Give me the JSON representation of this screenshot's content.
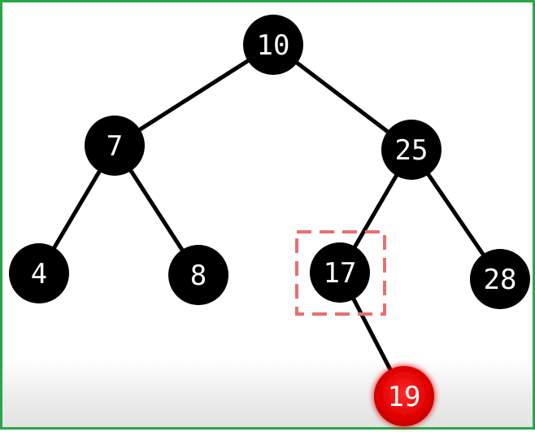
{
  "tree": {
    "nodes": [
      {
        "id": "n10",
        "label": "10"
      },
      {
        "id": "n7",
        "label": "7"
      },
      {
        "id": "n25",
        "label": "25"
      },
      {
        "id": "n4",
        "label": "4"
      },
      {
        "id": "n8",
        "label": "8"
      },
      {
        "id": "n17",
        "label": "17"
      },
      {
        "id": "n28",
        "label": "28"
      },
      {
        "id": "n19",
        "label": "19"
      }
    ],
    "edges": [
      [
        "n10",
        "n7"
      ],
      [
        "n10",
        "n25"
      ],
      [
        "n7",
        "n4"
      ],
      [
        "n7",
        "n8"
      ],
      [
        "n25",
        "n17"
      ],
      [
        "n25",
        "n28"
      ],
      [
        "n17",
        "n19"
      ]
    ],
    "highlighted_node": "n17",
    "new_node": "n19",
    "colors": {
      "node": "#000000",
      "new_node": "#e00000",
      "label": "#ffffff",
      "highlight": "#e87070",
      "border": "#2aa64a"
    }
  }
}
